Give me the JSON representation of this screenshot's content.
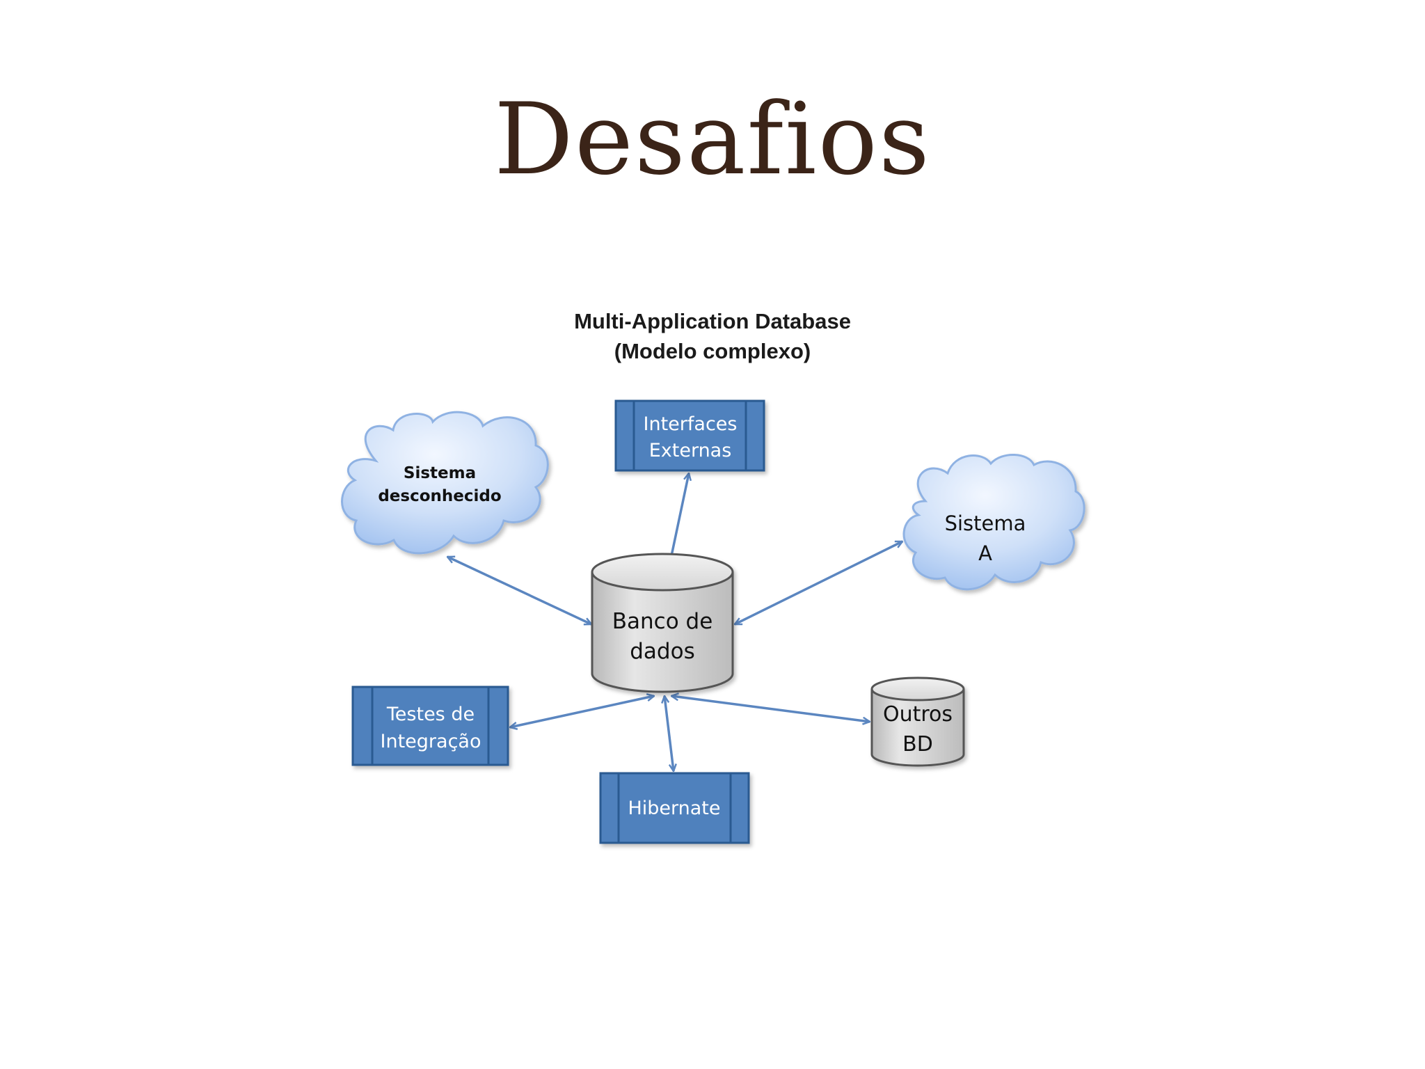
{
  "title": "Desafios",
  "diagram": {
    "heading_line1": "Multi-Application Database",
    "heading_line2": "(Modelo complexo)",
    "nodes": {
      "database": {
        "line1": "Banco de",
        "line2": "dados"
      },
      "interfaces": {
        "line1": "Interfaces",
        "line2": "Externas"
      },
      "sistema_desconhecido": {
        "line1": "Sistema",
        "line2": "desconhecido"
      },
      "sistema_a": {
        "line1": "Sistema",
        "line2": "A"
      },
      "testes": {
        "line1": "Testes de",
        "line2": "Integração"
      },
      "hibernate": {
        "line1": "Hibernate"
      },
      "outros_bd": {
        "line1": "Outros",
        "line2": "BD"
      }
    }
  },
  "colors": {
    "process_box": "#4f81bd",
    "process_border": "#2c5a91",
    "connector": "#5b86c0",
    "cloud_light": "#e0ecfb",
    "cloud_dark": "#a9c7f2",
    "cylinder": "#d4d4d4"
  }
}
